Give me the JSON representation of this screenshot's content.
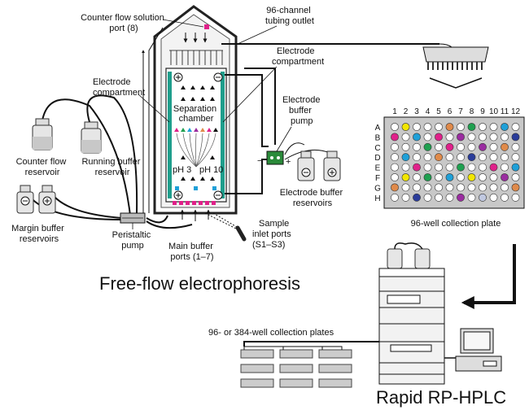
{
  "labels": {
    "counter_flow_port": [
      "Counter flow solution",
      "port (8)"
    ],
    "tubing_outlet": [
      "96-channel",
      "tubing outlet"
    ],
    "electrode_comp_left": [
      "Electrode",
      "compartment"
    ],
    "electrode_comp_right": [
      "Electrode",
      "compartment"
    ],
    "separation_chamber": [
      "Separation",
      "chamber"
    ],
    "ph_left": "pH 3",
    "ph_right": "pH 10",
    "electrode_buffer_pump": [
      "Electrode",
      "buffer",
      "pump"
    ],
    "electrode_buffer_reservoirs": [
      "Electrode buffer",
      "reservoirs"
    ],
    "counter_flow_reservoir": [
      "Counter flow",
      "reservoir"
    ],
    "running_buffer_reservoir": [
      "Running buffer",
      "reservoir"
    ],
    "margin_buffer_reservoirs": [
      "Margin buffer",
      "reservoirs"
    ],
    "peristaltic_pump": [
      "Peristaltic",
      "pump"
    ],
    "main_buffer_ports": [
      "Main buffer",
      "ports (1–7)"
    ],
    "sample_inlet_ports": [
      "Sample",
      "inlet ports",
      "(S1–S3)"
    ],
    "collection_plate_96": "96-well collection plate",
    "collection_plates_multi": "96- or 384-well collection plates",
    "title_ffe": "Free-flow electrophoresis",
    "title_hplc": "Rapid RP-HPLC",
    "electrode_minus": "−",
    "electrode_plus": "+",
    "pump_minus": "−",
    "pump_plus": "+"
  },
  "plate": {
    "columns": [
      "1",
      "2",
      "3",
      "4",
      "5",
      "6",
      "7",
      "8",
      "9",
      "10",
      "11",
      "12"
    ],
    "rows": [
      "A",
      "B",
      "C",
      "D",
      "E",
      "F",
      "G",
      "H"
    ],
    "well_colors": [
      [
        "#ffffff",
        "#f2e600",
        "#ffffff",
        "#ffffff",
        "#ffffff",
        "#e08a4a",
        "#ffffff",
        "#1fa050",
        "#ffffff",
        "#ffffff",
        "#1fa0d8",
        "#ffffff"
      ],
      [
        "#e0218a",
        "#ffffff",
        "#1fa0d8",
        "#ffffff",
        "#e0218a",
        "#ffffff",
        "#9a2ca0",
        "#ffffff",
        "#ffffff",
        "#ffffff",
        "#ffffff",
        "#2a3c9a"
      ],
      [
        "#ffffff",
        "#ffffff",
        "#ffffff",
        "#1fa050",
        "#ffffff",
        "#e0218a",
        "#ffffff",
        "#ffffff",
        "#9a2ca0",
        "#ffffff",
        "#e08a4a",
        "#ffffff"
      ],
      [
        "#ffffff",
        "#1fa0d8",
        "#ffffff",
        "#ffffff",
        "#e08a4a",
        "#ffffff",
        "#ffffff",
        "#2a3c9a",
        "#ffffff",
        "#ffffff",
        "#ffffff",
        "#ffffff"
      ],
      [
        "#ffffff",
        "#ffffff",
        "#e0218a",
        "#ffffff",
        "#ffffff",
        "#ffffff",
        "#1fa050",
        "#ffffff",
        "#ffffff",
        "#e0218a",
        "#ffffff",
        "#1fa0d8"
      ],
      [
        "#ffffff",
        "#f2e600",
        "#ffffff",
        "#1fa050",
        "#ffffff",
        "#1fa0d8",
        "#ffffff",
        "#f2e600",
        "#ffffff",
        "#ffffff",
        "#9a2ca0",
        "#ffffff"
      ],
      [
        "#e08a4a",
        "#ffffff",
        "#ffffff",
        "#ffffff",
        "#ffffff",
        "#ffffff",
        "#ffffff",
        "#ffffff",
        "#ffffff",
        "#ffffff",
        "#ffffff",
        "#e08a4a"
      ],
      [
        "#ffffff",
        "#ffffff",
        "#2a3c9a",
        "#ffffff",
        "#ffffff",
        "#ffffff",
        "#9a2ca0",
        "#ffffff",
        "#c0c8e0",
        "#ffffff",
        "#ffffff",
        "#ffffff"
      ]
    ]
  },
  "colors": {
    "electrode_teal": "#1f9e8c",
    "port_magenta": "#e0218a",
    "sample_blue": "#1fa0d8",
    "pump_green": "#2a8a3a",
    "plate_bg": "#c8c8c8"
  }
}
